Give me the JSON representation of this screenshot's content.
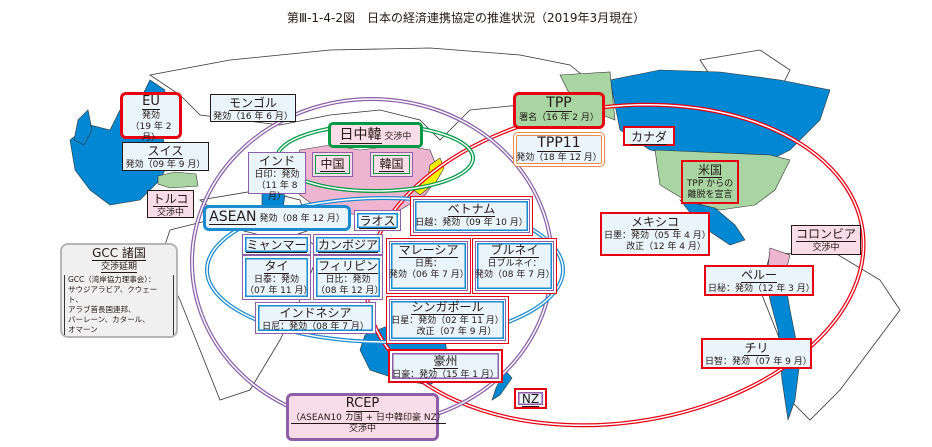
{
  "title": "第Ⅲ-1-4-2図　日本の経済連携協定の推進状況（2019年3月現在）",
  "colors": {
    "effective_country": "#0088d4",
    "tpp_country": "#a8d5a2",
    "negotiating": "#f8dde8",
    "japan": "#fff100",
    "tpp_ring": "#e60012",
    "rcep_ring": "#8c5fa8",
    "asean_ring": "#1b8bd0",
    "cjk_ring": "#009944"
  },
  "boxes": {
    "eu": {
      "name": "EU",
      "l1": "発効",
      "l2": "（19 年 2 月）"
    },
    "mongolia": {
      "name": "モンゴル",
      "l1": "発効（16 年 6 月）"
    },
    "swiss": {
      "name": "スイス",
      "l1": "発効（09 年 9 月）"
    },
    "turkey": {
      "name": "トルコ",
      "l1": "交渉中"
    },
    "gcc": {
      "name": "GCC 諸国",
      "l1": "交渉延期",
      "l2": "GCC（湾岸協力理事会）：",
      "l3": "サウジアラビア、クウェート、",
      "l4": "アラブ首長国連邦、",
      "l5": "バーレーン、カタール、",
      "l6": "オマーン"
    },
    "india": {
      "name": "インド",
      "l1": "日印：発効",
      "l2": "（11 年 8 月）"
    },
    "cjk": {
      "name": "日中韓",
      "l1": "交渉中"
    },
    "china": {
      "name": "中国"
    },
    "korea": {
      "name": "韓国"
    },
    "asean": {
      "name": "ASEAN",
      "l1": "発効（08 年 12 月）"
    },
    "laos": {
      "name": "ラオス"
    },
    "vietnam": {
      "name": "ベトナム",
      "l1": "日越：発効（09 年 10 月）"
    },
    "myanmar": {
      "name": "ミャンマー"
    },
    "cambodia": {
      "name": "カンボジア"
    },
    "thailand": {
      "name": "タイ",
      "l1": "日泰：発効",
      "l2": "（07 年 11 月）"
    },
    "philippines": {
      "name": "フィリピン",
      "l1": "日比：発効",
      "l2": "（08 年 12 月）"
    },
    "malaysia": {
      "name": "マレーシア",
      "l1": "日馬：",
      "l2": "発効（06 年 7 月）"
    },
    "brunei": {
      "name": "ブルネイ",
      "l1": "日ブルネイ：",
      "l2": "発効（08 年 7 月）"
    },
    "indonesia": {
      "name": "インドネシア",
      "l1": "日尼：発効（08 年 7 月）"
    },
    "singapore": {
      "name": "シンガポール",
      "l1": "日星：発効（02 年 11 月）",
      "l2": "改正（07 年 9 月）"
    },
    "australia": {
      "name": "豪州",
      "l1": "日豪：発効（15 年 1 月）"
    },
    "nz": {
      "name": "NZ"
    },
    "rcep": {
      "name": "RCEP",
      "l1": "（ASEAN10 カ国 + 日中韓印豪 NZ）",
      "l2": "交渉中"
    },
    "tpp": {
      "name": "TPP",
      "l1": "署名（16 年 2 月）"
    },
    "tpp11": {
      "name": "TPP11",
      "l1": "発効（18 年 12 月）"
    },
    "canada": {
      "name": "カナダ"
    },
    "usa": {
      "name": "米国",
      "l1": "TPP からの",
      "l2": "離脱を宣言"
    },
    "mexico": {
      "name": "メキシコ",
      "l1": "日墨：発効（05 年 4 月）",
      "l2": "改正（12 年 4 月）"
    },
    "colombia": {
      "name": "コロンビア",
      "l1": "交渉中"
    },
    "peru": {
      "name": "ペルー",
      "l1": "日秘：発効（12 年 3 月）"
    },
    "chile": {
      "name": "チリ",
      "l1": "日智：発効（07 年 9 月）"
    }
  }
}
